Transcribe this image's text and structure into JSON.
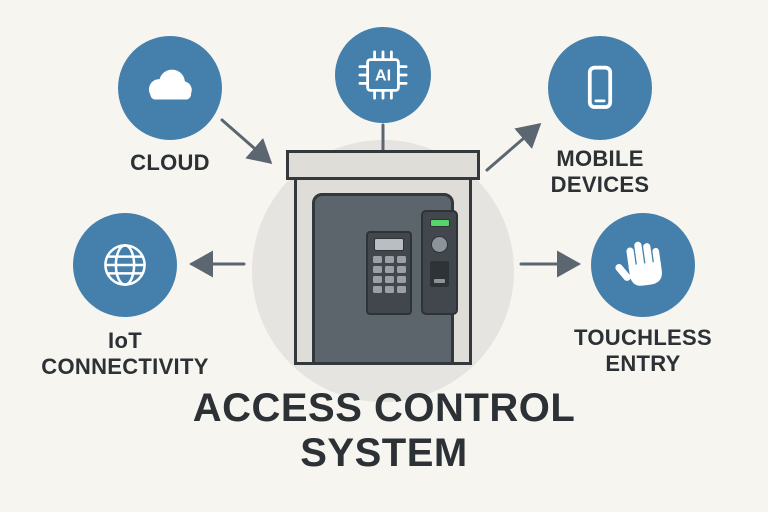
{
  "title": "ACCESS CONTROL\nSYSTEM",
  "nodes": {
    "cloud": {
      "label": "CLOUD",
      "icon": "cloud-icon"
    },
    "ai": {
      "label": "AI",
      "icon": "ai-chip-icon"
    },
    "mobile": {
      "label": "MOBILE\nDEVICES",
      "icon": "smartphone-icon"
    },
    "iot": {
      "label": "IoT\nCONNECTIVITY",
      "icon": "globe-icon"
    },
    "touchless": {
      "label": "TOUCHLESS\nENTRY",
      "icon": "hand-icon"
    }
  },
  "center": {
    "name": "access-control-door"
  },
  "colors": {
    "node_blue": "#4580ad",
    "background": "#f7f5ef",
    "text": "#2c3136",
    "arrow": "#5b6670",
    "door_dark": "#5c646c",
    "frame_light": "#deddd8",
    "led_green": "#56d36a"
  }
}
